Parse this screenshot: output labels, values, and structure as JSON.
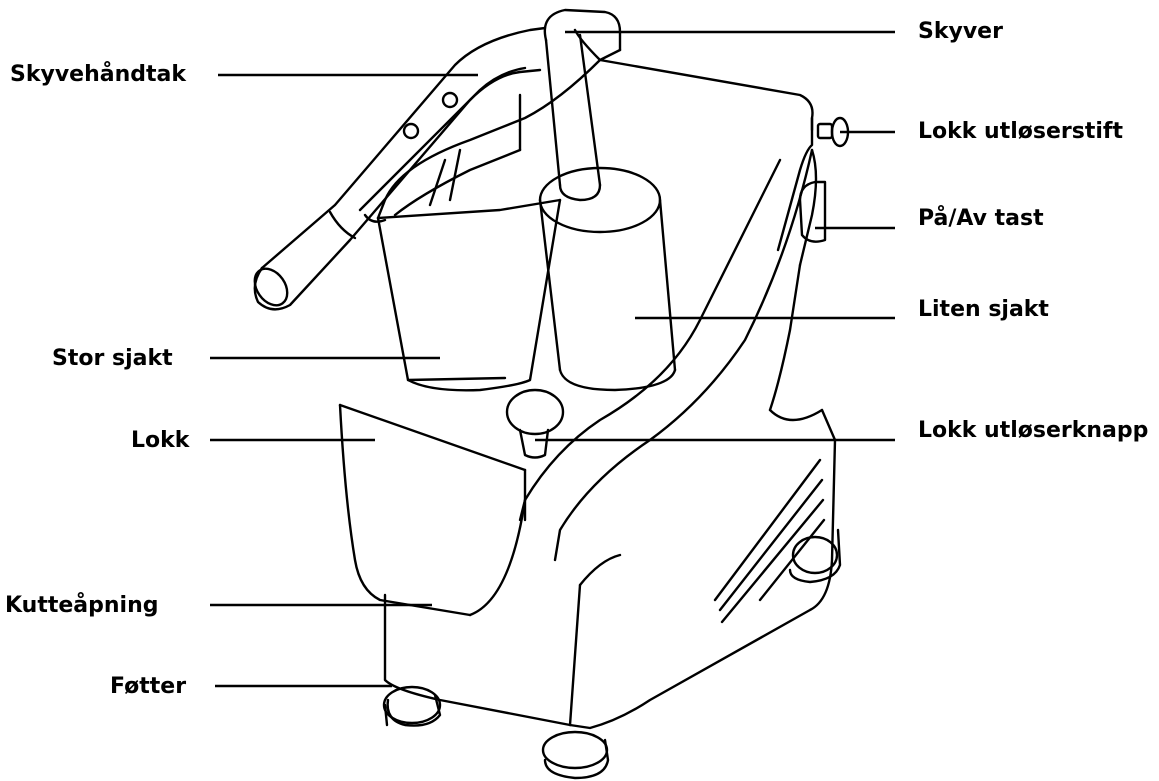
{
  "labels": {
    "skyver": "Skyver",
    "skyvehandtak": "Skyvehåndtak",
    "lokk_utloserstift": "Lokk utløserstift",
    "pa_av_tast": "På/Av tast",
    "liten_sjakt": "Liten sjakt",
    "stor_sjakt": "Stor sjakt",
    "lokk": "Lokk",
    "lokk_utloserknapp": "Lokk utløserknapp",
    "kutteapning": "Kutteåpning",
    "fotter": "Føtter"
  },
  "colors": {
    "line": "#000000",
    "text": "#000000",
    "background": "#ffffff"
  }
}
